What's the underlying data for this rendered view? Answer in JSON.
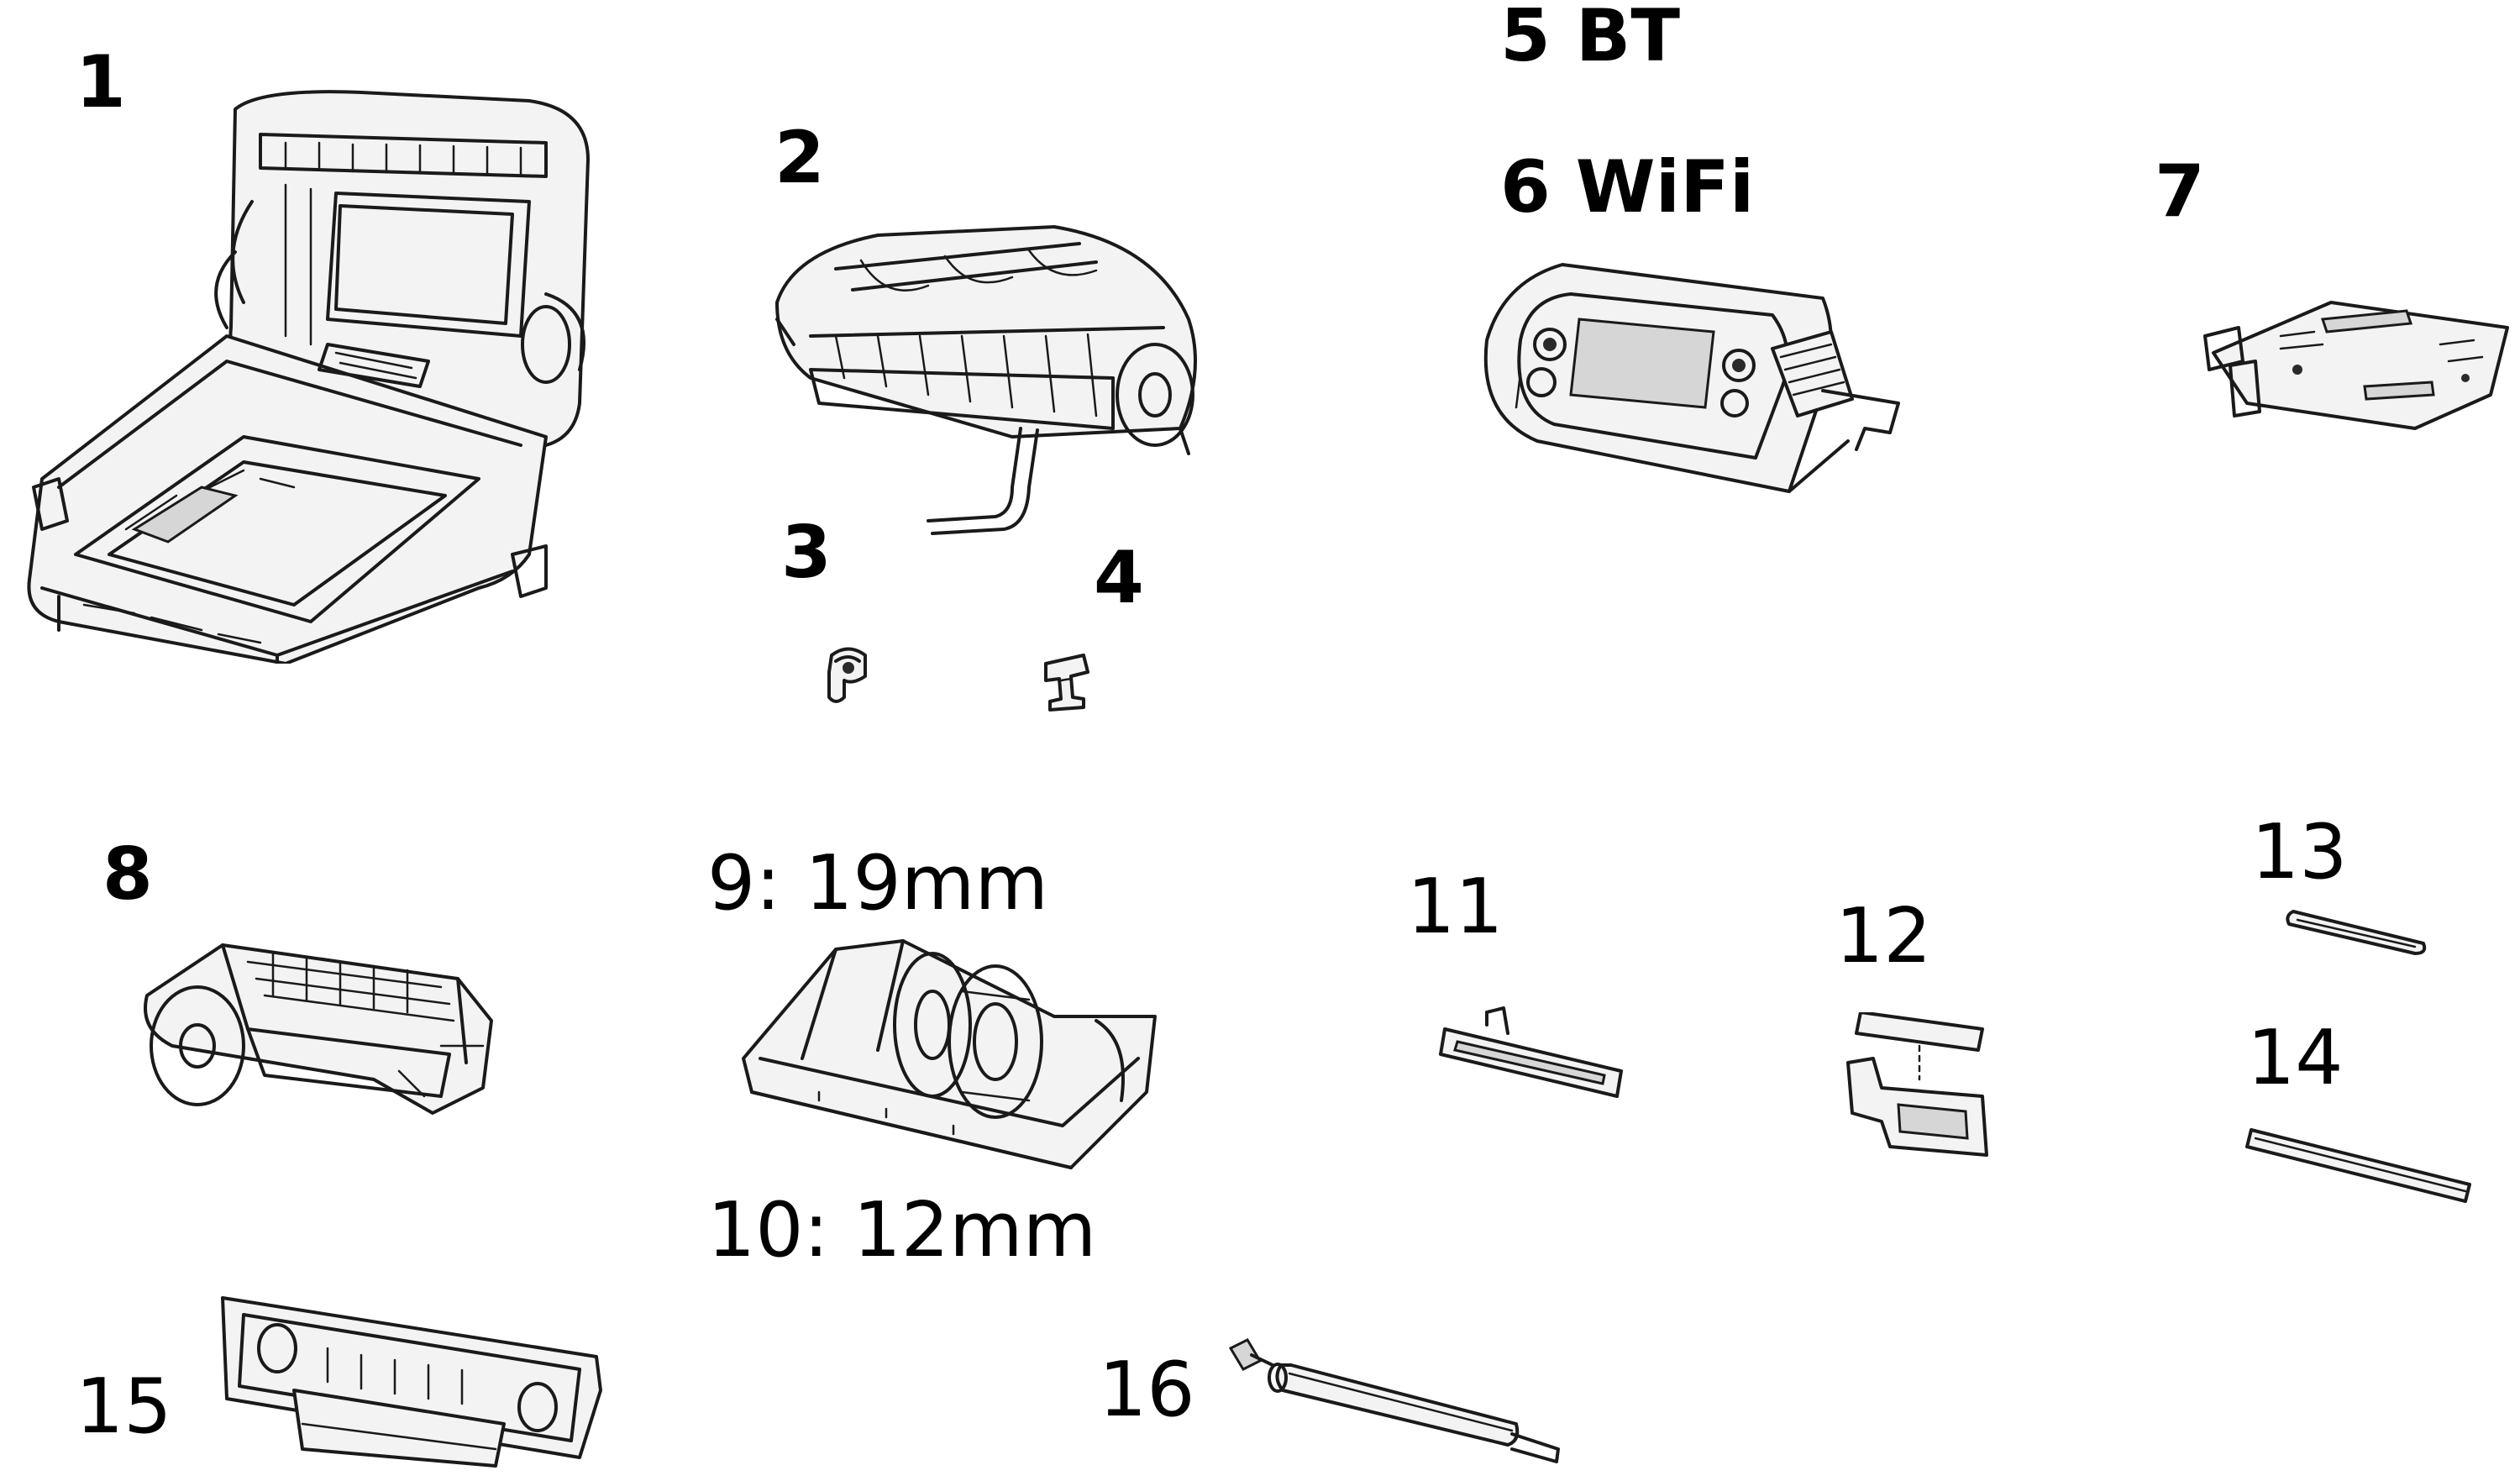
{
  "labels": {
    "p1": "1",
    "p2": "2",
    "p3": "3",
    "p4": "4",
    "p5": "5 BT",
    "p6": "6 WiFi",
    "p7": "7",
    "p8": "8",
    "p9": "9: 19mm",
    "p10": "10: 12mm",
    "p11": "11",
    "p12": "12",
    "p13": "13",
    "p14": "14",
    "p15": "15",
    "p16": "16"
  }
}
